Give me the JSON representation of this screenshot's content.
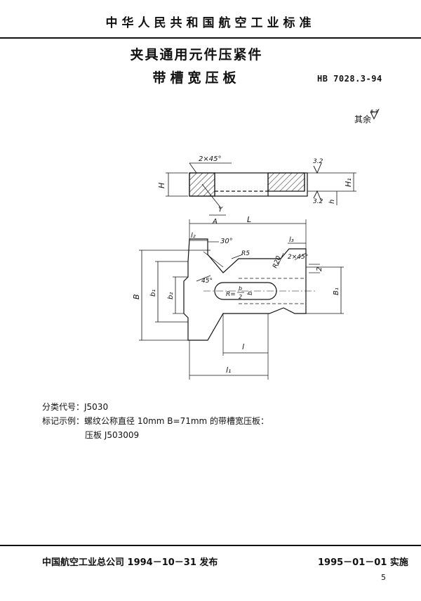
{
  "header": {
    "org_standard": "中华人民共和国航空工业标准"
  },
  "title": {
    "line1": "夹具通用元件压紧件",
    "line2": "带槽宽压板"
  },
  "std_code": "HB 7028.3-94",
  "roughness": {
    "rest_label": "其余",
    "rest_value": "6.3"
  },
  "drawing": {
    "chamfer_top": "2×45°",
    "rough_top": "3.2",
    "rough_bottom": "3.2",
    "dim_H": "H",
    "dim_H1": "H₁",
    "dim_h": "h",
    "view_Y": "Y",
    "view_A": "A",
    "dim_L": "L",
    "dim_l2": "l₂",
    "dim_l3": "l₃",
    "angle_30": "30°",
    "radius_R5": "R5",
    "radius_R20": "R20",
    "chamfer_right": "2×45°",
    "dim_2": "2",
    "angle_45": "45°",
    "dim_B": "B",
    "dim_b1": "b₁",
    "dim_b2": "b₂",
    "dim_B1": "B₁",
    "slot_R": "R=",
    "slot_frac_top": "b",
    "slot_frac_bottom": "2",
    "dim_b": "b",
    "dim_l": "l",
    "dim_l1": "l₁"
  },
  "info": {
    "class_code": "分类代号：J5030",
    "example": "标记示例：螺纹公称直径 10mm  B=71mm 的带槽宽压板：",
    "example_name": "压板 J503009"
  },
  "footer": {
    "issued": "中国航空工业总公司 1994－10－31 发布",
    "effective": "1995－01－01 实施"
  },
  "page_number": "5"
}
